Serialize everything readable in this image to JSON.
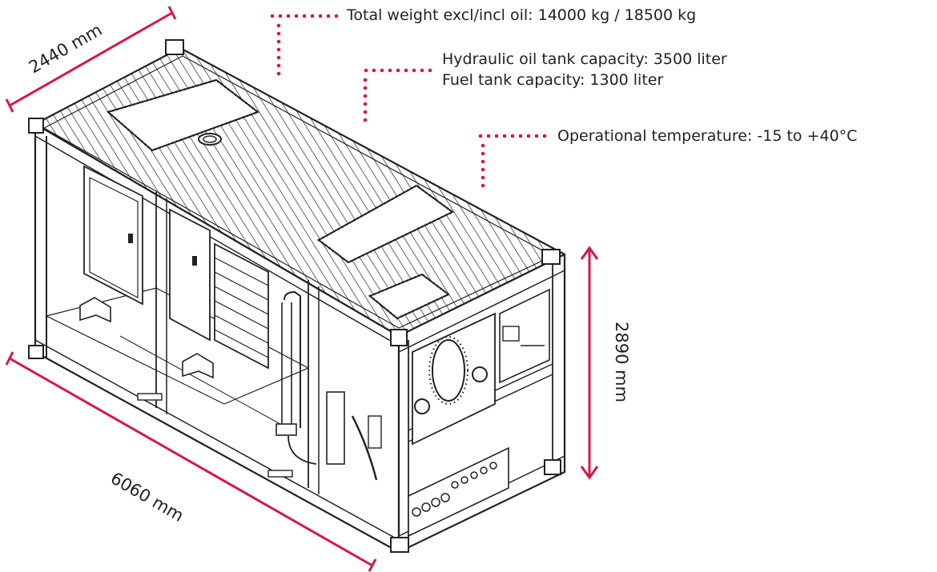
{
  "colors": {
    "accent": "#d5174a",
    "line": "#222222",
    "background": "#ffffff"
  },
  "callouts": {
    "weight": "Total weight excl/incl oil: 14000 kg / 18500 kg",
    "hydraulic_tank": "Hydraulic oil tank capacity: 3500 liter",
    "fuel_tank": "Fuel tank capacity: 1300 liter",
    "temperature": "Operational temperature: -15 to +40°C"
  },
  "dimensions": {
    "width": "2440 mm",
    "length": "6060 mm",
    "height": "2890 mm"
  }
}
